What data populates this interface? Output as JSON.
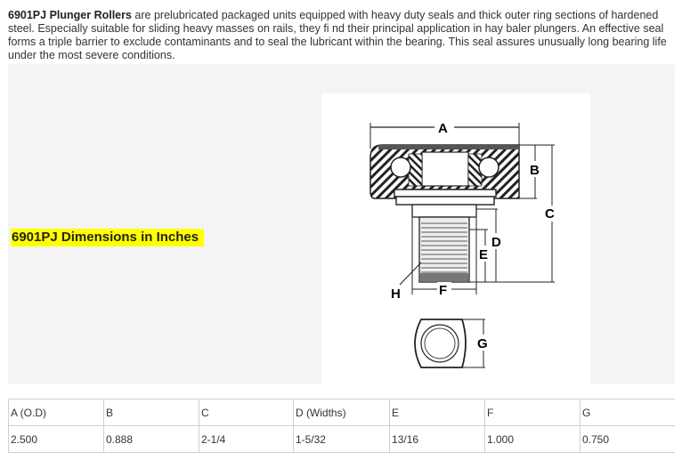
{
  "intro": {
    "product_name": "6901PJ Plunger Rollers",
    "description": " are prelubricated packaged units equipped with heavy duty seals and thick outer ring sections of hardened steel. Especially suitable for sliding heavy masses on rails, they fi nd their principal application in hay baler plungers. An effective seal forms a triple barrier to exclude contaminants and to seal the lubricant within the bearing. This seal assures unusually long bearing life under the most severe conditions."
  },
  "dimensions_heading": "6901PJ  Dimensions in Inches",
  "highlight_color": "#ffff00",
  "diagram": {
    "labels": {
      "A": "A",
      "B": "B",
      "C": "C",
      "D": "D",
      "E": "E",
      "F": "F",
      "G": "G",
      "H": "H"
    }
  },
  "table": {
    "headers": [
      "A (O.D)",
      "B",
      "C",
      "D (Widths)",
      "E",
      "F",
      "G"
    ],
    "values": [
      "2.500",
      "0.888",
      "2-1/4",
      "1-5/32",
      "13/16",
      "1.000",
      "0.750"
    ]
  }
}
